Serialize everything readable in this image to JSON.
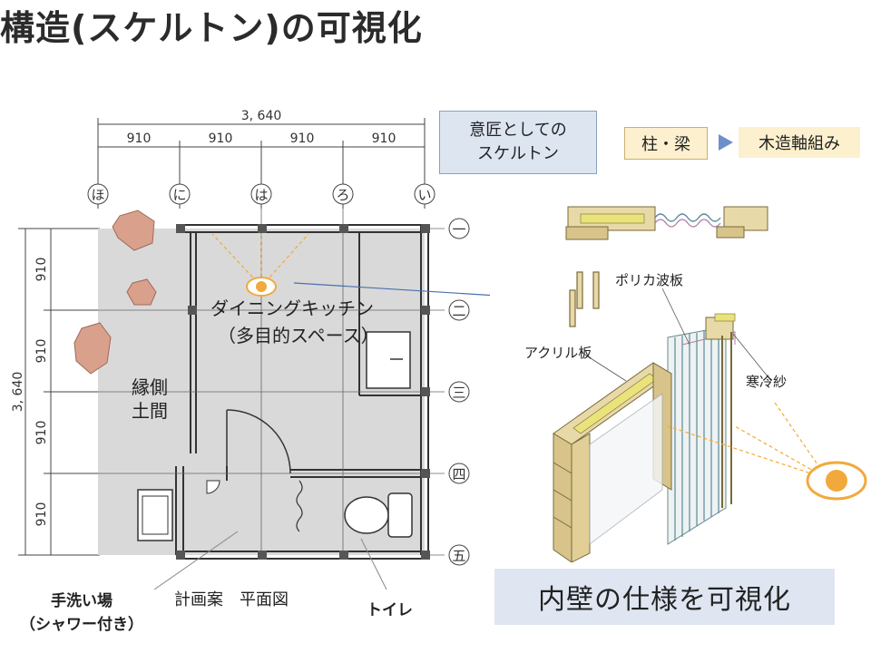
{
  "title": "構造(スケルトン)の可視化",
  "flow": {
    "skeleton_line1": "意匠としての",
    "skeleton_line2": "スケルトン",
    "beam": "柱・梁",
    "wood": "木造軸組み"
  },
  "plan": {
    "total_width": "3, 640",
    "total_depth": "3, 640",
    "spans": [
      "910",
      "910",
      "910",
      "910"
    ],
    "column_labels": [
      "ほ",
      "に",
      "は",
      "ろ",
      "い"
    ],
    "row_labels": [
      "一",
      "二",
      "三",
      "四",
      "五"
    ],
    "dining": "ダイニングキッチン",
    "dining_sub": "（多目的スペース）",
    "engawa_line1": "縁側",
    "engawa_line2": "土間",
    "handwash_line1": "手洗い場",
    "handwash_line2": "（シャワー付き）",
    "caption": "計画案　平面図",
    "toilet": "トイレ"
  },
  "sketch": {
    "polycarbonate": "ポリカ波板",
    "acrylic": "アクリル板",
    "gauze": "寒冷紗"
  },
  "inner_wall": "内壁の仕様を可視化",
  "colors": {
    "floor": "#d9d9d9",
    "rock": "#d9a08c",
    "eye": "#f2a93b",
    "box_blue": "#dde5f1",
    "box_cream": "#fdf0cf"
  }
}
